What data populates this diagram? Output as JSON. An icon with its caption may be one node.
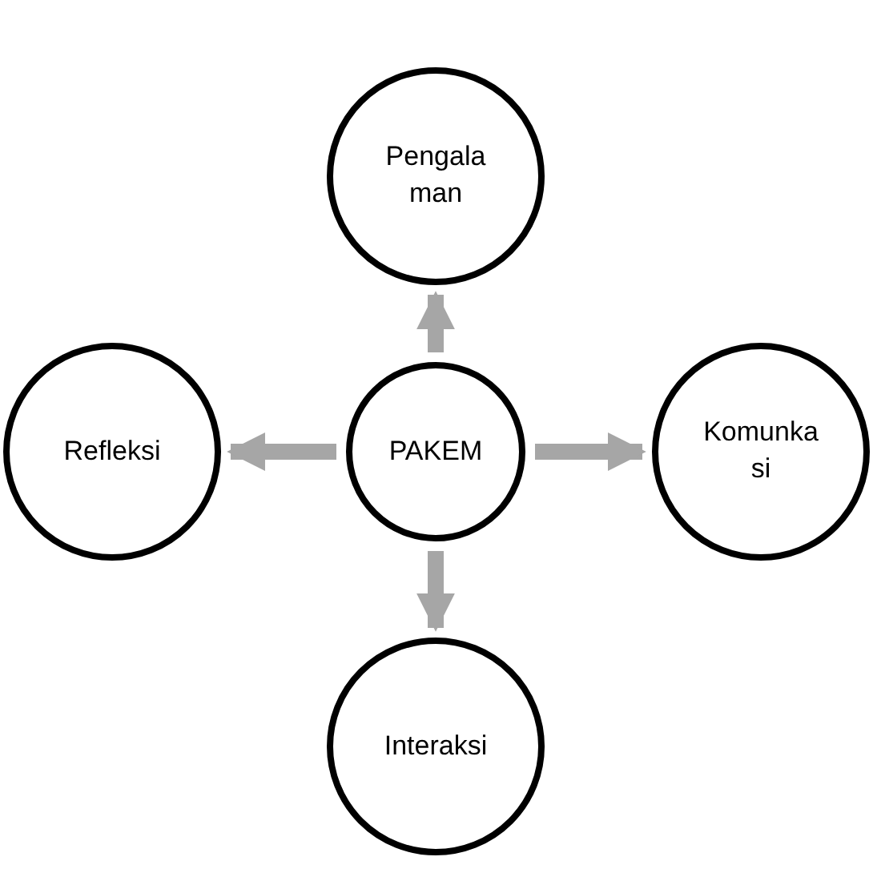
{
  "diagram": {
    "nodes": [
      {
        "text": [
          "Pengala man"
        ]
      },
      {
        "text": [
          "Refleksi"
        ]
      },
      {
        "text": [
          "PAKEM"
        ]
      },
      {
        "text": [
          "Komunka si"
        ]
      },
      {
        "text": [
          "Interaksi"
        ]
      }
    ],
    "edges": [
      {
        "from": 2,
        "to": 0,
        "arrow": "to"
      },
      {
        "from": 2,
        "to": 1,
        "arrow": "to"
      },
      {
        "from": 2,
        "to": 3,
        "arrow": "to"
      },
      {
        "from": 2,
        "to": 4,
        "arrow": "to"
      }
    ]
  }
}
